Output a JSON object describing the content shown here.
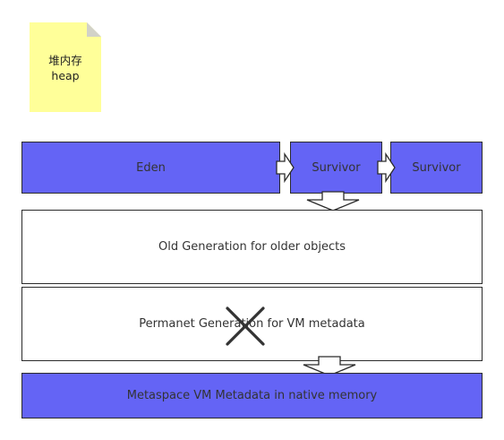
{
  "note": {
    "line1": "堆内存",
    "line2": "heap",
    "fill": "#ffff99"
  },
  "young": {
    "eden": "Eden",
    "survivor1": "Survivor",
    "survivor2": "Survivor"
  },
  "old_generation": "Old Generation for older objects",
  "permanent_generation": "Permanet Generation for VM metadata",
  "metaspace": "Metaspace VM Metadata in native memory",
  "colors": {
    "block_fill": "#6464f5",
    "border": "#2b2b2b",
    "removed_mark": "#333333"
  },
  "icons": {
    "removed": "x-cross-icon"
  }
}
